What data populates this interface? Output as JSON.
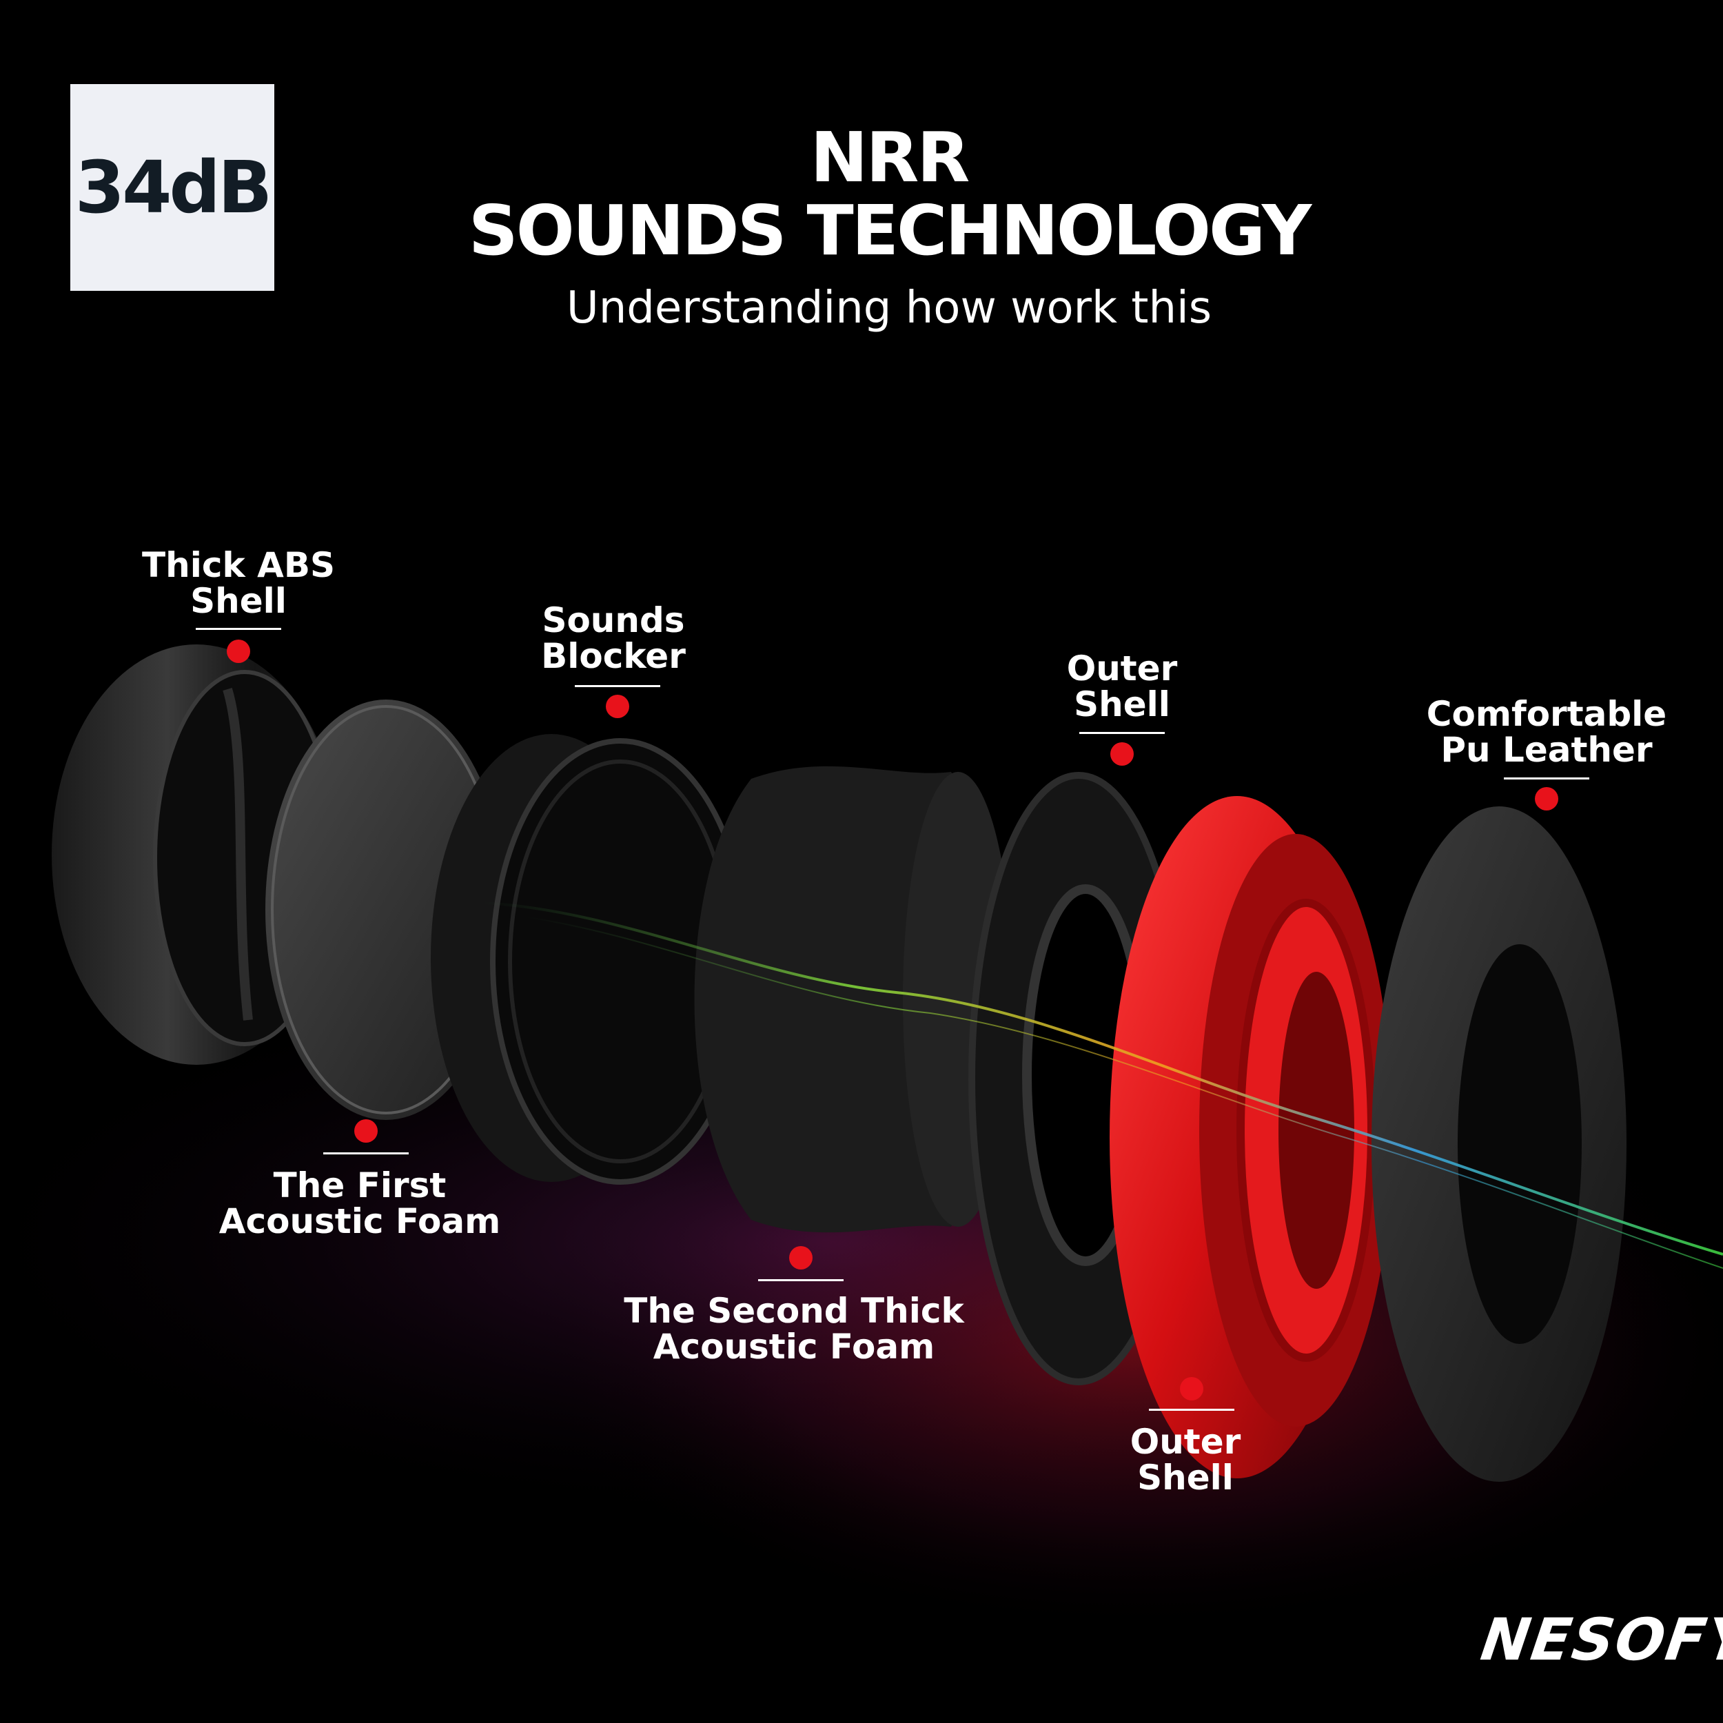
{
  "badge": {
    "text": "34dB",
    "background": "#eef0f5",
    "color": "#121c25"
  },
  "heading": {
    "line1": "NRR",
    "line2": "SOUNDS TECHNOLOGY",
    "subtitle": "Understanding how work this"
  },
  "components": [
    {
      "line1": "Thick ABS",
      "line2": "Shell"
    },
    {
      "line1": "The First",
      "line2": "Acoustic Foam"
    },
    {
      "line1": "Sounds",
      "line2": "Blocker"
    },
    {
      "line1": "The Second Thick",
      "line2": "Acoustic Foam"
    },
    {
      "line1": "Outer",
      "line2": "Shell"
    },
    {
      "line1": "Outer",
      "line2": "Shell"
    },
    {
      "line1": "Comfortable",
      "line2": "Pu Leather"
    }
  ],
  "brand": "NESOFY",
  "colors": {
    "accent": "#e8121b",
    "background": "#000000",
    "text": "#ffffff"
  }
}
